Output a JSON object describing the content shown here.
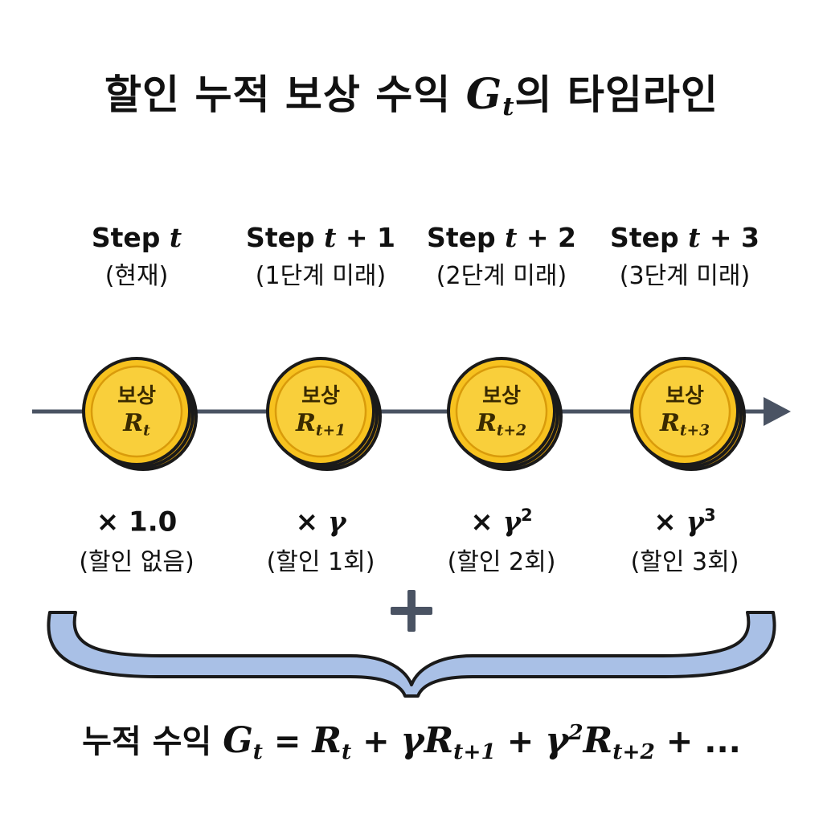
{
  "title": {
    "prefix": "할인 누적 보상 수익 ",
    "symbol": "G",
    "subscript": "t",
    "suffix": "의 타임라인"
  },
  "steps": [
    {
      "step_word": "Step",
      "step_var": "t",
      "step_offset": "",
      "sub": "(현재)",
      "coin_label": "보상",
      "coin_symbol": "R",
      "coin_subscript": "t",
      "factor_prefix": "× ",
      "factor": "1.0",
      "factor_power": "",
      "discount": "(할인 없음)"
    },
    {
      "step_word": "Step",
      "step_var": "t",
      "step_offset": " + 1",
      "sub": "(1단계 미래)",
      "coin_label": "보상",
      "coin_symbol": "R",
      "coin_subscript": "t+1",
      "factor_prefix": "× ",
      "factor": "γ",
      "factor_power": "",
      "discount": "(할인 1회)"
    },
    {
      "step_word": "Step",
      "step_var": "t",
      "step_offset": " + 2",
      "sub": "(2단계 미래)",
      "coin_label": "보상",
      "coin_symbol": "R",
      "coin_subscript": "t+2",
      "factor_prefix": "× ",
      "factor": "γ",
      "factor_power": "2",
      "discount": "(할인 2회)"
    },
    {
      "step_word": "Step",
      "step_var": "t",
      "step_offset": " + 3",
      "sub": "(3단계 미래)",
      "coin_label": "보상",
      "coin_symbol": "R",
      "coin_subscript": "t+3",
      "factor_prefix": "× ",
      "factor": "γ",
      "factor_power": "3",
      "discount": "(할인 3회)"
    }
  ],
  "formula": {
    "label": "누적 수익 ",
    "parts": [
      {
        "t": "G",
        "sub": "t",
        "math": true
      },
      {
        "t": " = "
      },
      {
        "t": "R",
        "sub": "t",
        "math": true
      },
      {
        "t": " + "
      },
      {
        "t": "γR",
        "sub": "t+1",
        "math": true
      },
      {
        "t": " + "
      },
      {
        "t": "γ",
        "sup": "2",
        "math": true
      },
      {
        "t": "R",
        "sub": "t+2",
        "math": true
      },
      {
        "t": " + ..."
      }
    ]
  },
  "colors": {
    "coin_fill": "#f7c21f",
    "coin_inner": "#f9cf3b",
    "coin_shadow": "#d99b0b",
    "outline": "#1a1a1a",
    "axis": "#4a5363",
    "brace_fill": "#a9c0e6",
    "plus": "#4a5363"
  },
  "icons": {
    "axis_arrow": "arrow-right-icon",
    "plus": "plus-icon",
    "brace": "curly-brace-icon"
  }
}
